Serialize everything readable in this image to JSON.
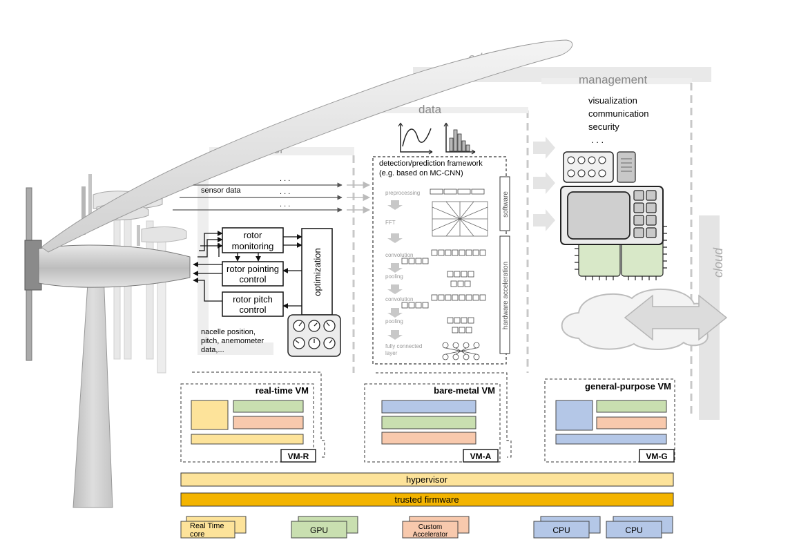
{
  "zones": {
    "edge": "edge",
    "management": "management",
    "data": "data",
    "control": "control",
    "cloud": "cloud"
  },
  "management": {
    "items": [
      "visualization",
      "communication",
      "security",
      ". . ."
    ]
  },
  "control": {
    "sensor_data": "sensor data",
    "ellipsis": ". . .",
    "rotor_monitoring": [
      "rotor",
      "monitoring"
    ],
    "rotor_pointing": [
      "rotor pointing",
      "control"
    ],
    "rotor_pitch": [
      "rotor pitch",
      "control"
    ],
    "optimization": "optimization",
    "inputs_note": [
      "nacelle position,",
      "pitch, anemometer",
      "data,..."
    ]
  },
  "data": {
    "framework_title": [
      "detection/prediction framework",
      "(e.g. based on MC-CNN)"
    ],
    "stages": [
      "preprocessing",
      "FFT",
      "convolution",
      "pooling",
      "convolution",
      "pooling",
      "fully connected",
      "layer"
    ],
    "software": "software",
    "hardware_acceleration": "hardware acceleration"
  },
  "vms": [
    {
      "title": "real-time VM",
      "tag": "VM-R"
    },
    {
      "title": "bare-metal VM",
      "tag": "VM-A"
    },
    {
      "title": "general-purpose VM",
      "tag": "VM-G"
    }
  ],
  "platform": {
    "hypervisor": "hypervisor",
    "firmware": "trusted firmware"
  },
  "hardware": {
    "realtime": [
      "Real Time",
      "core"
    ],
    "gpu": "GPU",
    "accelerator": [
      "Custom",
      "Accelerator"
    ],
    "cpu1": "CPU",
    "cpu2": "CPU"
  },
  "colors": {
    "yellow_light": "#fde39a",
    "green_light": "#c9dfb0",
    "salmon_light": "#f8c9ad",
    "blue_light": "#b4c7e7",
    "firmware": "#f3b400",
    "gray_band": "#eeeeee",
    "dashed_gray": "#c8c8c8"
  }
}
